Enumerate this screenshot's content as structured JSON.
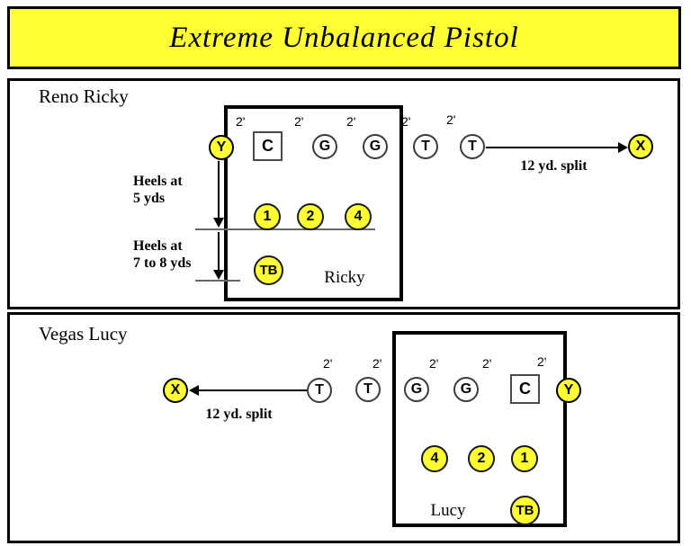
{
  "title": {
    "text": "Extreme Unbalanced Pistol"
  },
  "colors": {
    "highlight": "#FFFF33",
    "measure_line": "#666666"
  },
  "panels": [
    {
      "title": "Reno Ricky",
      "box_label": "Ricky",
      "split_label": "12 yd. split",
      "spacing_labels": [
        "2'",
        "2'",
        "2'",
        "2'",
        "2'"
      ],
      "depth_labels": [
        {
          "line1": "Heels at",
          "line2": "5 yds"
        },
        {
          "line1": "Heels at",
          "line2": "7 to 8 yds"
        }
      ],
      "line_players": [
        {
          "label": "Y",
          "shape": "circle",
          "highlighted": true
        },
        {
          "label": "C",
          "shape": "square",
          "highlighted": false
        },
        {
          "label": "G",
          "shape": "circle",
          "highlighted": false
        },
        {
          "label": "G",
          "shape": "circle",
          "highlighted": false
        },
        {
          "label": "T",
          "shape": "circle",
          "highlighted": false
        },
        {
          "label": "T",
          "shape": "circle",
          "highlighted": false
        },
        {
          "label": "X",
          "shape": "circle",
          "highlighted": true
        }
      ],
      "backfield": [
        {
          "label": "1"
        },
        {
          "label": "2"
        },
        {
          "label": "4"
        }
      ],
      "tailback": {
        "label": "TB"
      }
    },
    {
      "title": "Vegas Lucy",
      "box_label": "Lucy",
      "split_label": "12 yd. split",
      "spacing_labels": [
        "2'",
        "2'",
        "2'",
        "2'",
        "2'"
      ],
      "line_players": [
        {
          "label": "X",
          "shape": "circle",
          "highlighted": true
        },
        {
          "label": "T",
          "shape": "circle",
          "highlighted": false
        },
        {
          "label": "T",
          "shape": "circle",
          "highlighted": false
        },
        {
          "label": "G",
          "shape": "circle",
          "highlighted": false
        },
        {
          "label": "G",
          "shape": "circle",
          "highlighted": false
        },
        {
          "label": "C",
          "shape": "square",
          "highlighted": false
        },
        {
          "label": "Y",
          "shape": "circle",
          "highlighted": true
        }
      ],
      "backfield": [
        {
          "label": "4"
        },
        {
          "label": "2"
        },
        {
          "label": "1"
        }
      ],
      "tailback": {
        "label": "TB"
      }
    }
  ]
}
